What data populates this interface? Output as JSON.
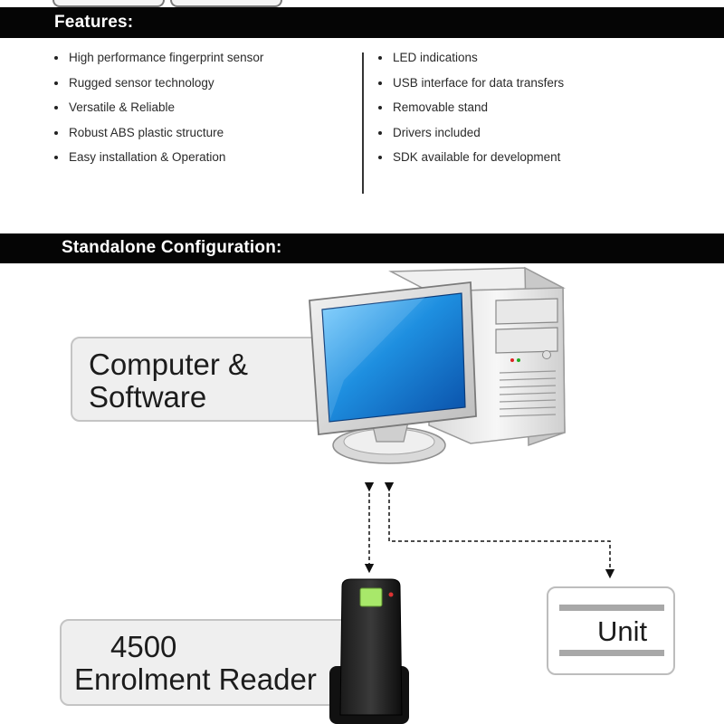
{
  "features": {
    "heading": "Features:",
    "left_items": [
      "High performance fingerprint sensor",
      "Rugged sensor technology",
      "Versatile & Reliable",
      "Robust ABS plastic structure",
      "Easy installation & Operation"
    ],
    "right_items": [
      "LED indications",
      "USB interface for data transfers",
      "Removable stand",
      "Drivers included",
      "SDK available for development"
    ]
  },
  "configuration": {
    "heading": "Standalone Configuration:",
    "computer_label": [
      "Computer &",
      "Software"
    ],
    "reader_label": [
      "4500",
      "Enrolment Reader"
    ],
    "unit_label": "Unit"
  },
  "colors": {
    "section_bar": "#050505",
    "label_box_bg": "#efefef",
    "label_box_border": "#c4c4c4",
    "monitor_screen": "#1e8fe0",
    "reader_led": "#a8e86a"
  }
}
